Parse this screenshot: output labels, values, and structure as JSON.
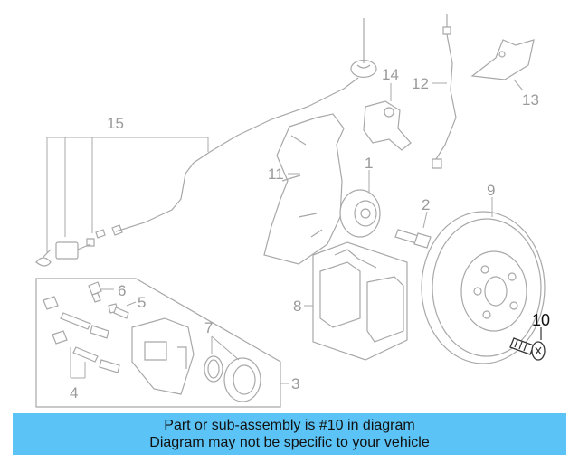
{
  "diagram": {
    "callouts": [
      "1",
      "2",
      "3",
      "4",
      "5",
      "6",
      "7",
      "8",
      "9",
      "10",
      "11",
      "12",
      "13",
      "14",
      "15"
    ],
    "highlighted_part": "10",
    "colors": {
      "line": "#a8a8a8",
      "highlight": "#333333",
      "banner": "#5bc3f5"
    }
  },
  "banner": {
    "line1": "Part or sub-assembly is #10 in diagram",
    "line2": "Diagram may not be specific to your vehicle"
  }
}
